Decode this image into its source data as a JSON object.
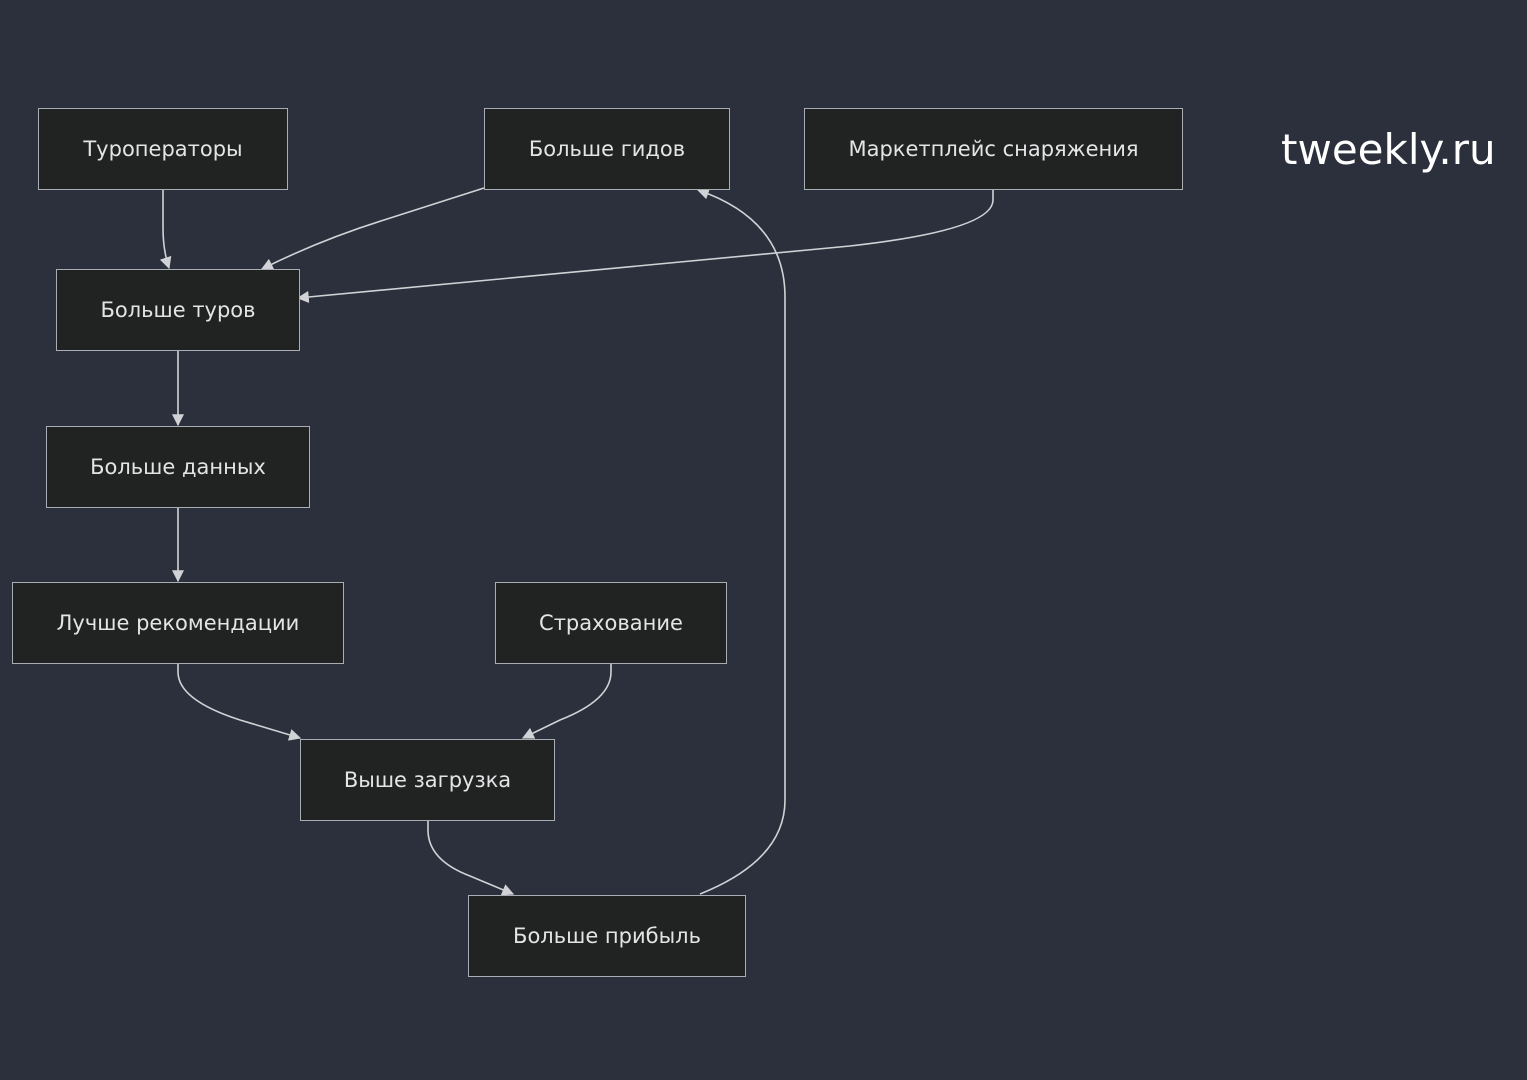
{
  "diagram": {
    "nodes": [
      {
        "id": "touroperators",
        "label": "Туроператоры"
      },
      {
        "id": "more_guides",
        "label": "Больше гидов"
      },
      {
        "id": "gear_marketplace",
        "label": "Маркетплейс снаряжения"
      },
      {
        "id": "more_tours",
        "label": "Больше туров"
      },
      {
        "id": "more_data",
        "label": "Больше данных"
      },
      {
        "id": "better_recs",
        "label": "Лучше рекомендации"
      },
      {
        "id": "insurance",
        "label": "Страхование"
      },
      {
        "id": "higher_load",
        "label": "Выше загрузка"
      },
      {
        "id": "more_profit",
        "label": "Больше прибыль"
      }
    ],
    "edges": [
      {
        "from": "touroperators",
        "to": "more_tours"
      },
      {
        "from": "more_guides",
        "to": "more_tours"
      },
      {
        "from": "gear_marketplace",
        "to": "more_tours"
      },
      {
        "from": "more_tours",
        "to": "more_data"
      },
      {
        "from": "more_data",
        "to": "better_recs"
      },
      {
        "from": "better_recs",
        "to": "higher_load"
      },
      {
        "from": "insurance",
        "to": "higher_load"
      },
      {
        "from": "higher_load",
        "to": "more_profit"
      },
      {
        "from": "more_profit",
        "to": "more_guides"
      }
    ]
  },
  "watermark": "tweekly.ru",
  "colors": {
    "background": "#2b303c",
    "node_fill": "#212322",
    "node_border": "#a9adb4",
    "node_text": "#e3e4e6",
    "edge": "#d0d2d6",
    "watermark": "#ffffff"
  }
}
